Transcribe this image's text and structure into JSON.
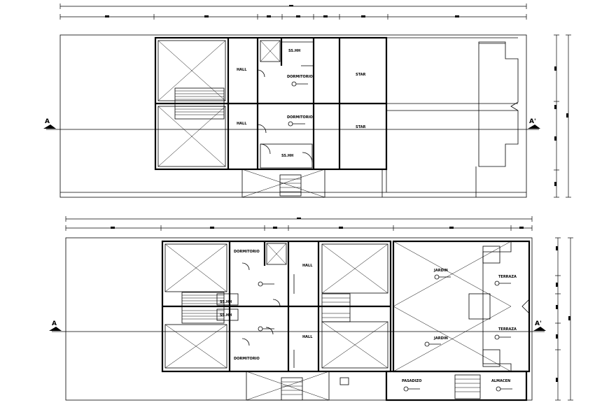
{
  "plans": [
    {
      "id": "upper",
      "section_left": "A",
      "section_right": "A'",
      "rooms": [
        {
          "key": "hall1",
          "label": "HALL"
        },
        {
          "key": "dorm1",
          "label": "DORMITORIO"
        },
        {
          "key": "sshh1",
          "label": "SS.HH"
        },
        {
          "key": "star1",
          "label": "STAR"
        },
        {
          "key": "hall2",
          "label": "HALL"
        },
        {
          "key": "dorm2",
          "label": "DORMITORIO"
        },
        {
          "key": "star2",
          "label": "STAR"
        },
        {
          "key": "sshh2",
          "label": "SS.HH"
        }
      ]
    },
    {
      "id": "lower",
      "section_left": "A",
      "section_right": "A'",
      "rooms": [
        {
          "key": "dorm1",
          "label": "DORMITORIO"
        },
        {
          "key": "hall1",
          "label": "HALL"
        },
        {
          "key": "jardin1",
          "label": "JARDIN"
        },
        {
          "key": "terraza1",
          "label": "TERRAZA"
        },
        {
          "key": "sshh1",
          "label": "SS.HH"
        },
        {
          "key": "sshh2",
          "label": "SS.HH"
        },
        {
          "key": "hall2",
          "label": "HALL"
        },
        {
          "key": "jardin2",
          "label": "JARDIN"
        },
        {
          "key": "terraza2",
          "label": "TERRAZA"
        },
        {
          "key": "dorm2",
          "label": "DORMITORIO"
        },
        {
          "key": "pasadizo",
          "label": "PASADIZO"
        },
        {
          "key": "almacen",
          "label": "ALMACEN"
        }
      ]
    }
  ],
  "colors": {
    "line": "#000000",
    "background": "#ffffff"
  }
}
